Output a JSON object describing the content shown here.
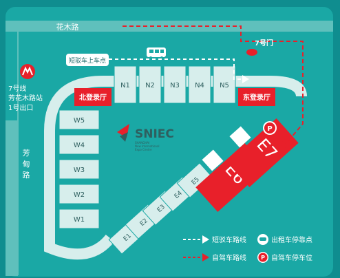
{
  "roads": {
    "top": "花木路",
    "left": [
      "芳",
      "甸",
      "路"
    ]
  },
  "metro": {
    "lines": [
      "7号线",
      "芳花木路站",
      "1号出口"
    ]
  },
  "gate": "7号门",
  "shuttle_stop": "短驳车上车点",
  "north_halls": [
    "N1",
    "N2",
    "N3",
    "N4",
    "N5"
  ],
  "west_halls": [
    "W5",
    "W4",
    "W3",
    "W2",
    "W1"
  ],
  "east_small_halls": [
    "E1",
    "E2",
    "E3",
    "E4",
    "E5"
  ],
  "east_big_halls": [
    "E6",
    "E7"
  ],
  "lobbies": {
    "north": "北登录厅",
    "east": "东登录厅"
  },
  "logo": {
    "name": "SNIEC",
    "sub": [
      "SHANGHAI",
      "New International",
      "Expo Centre"
    ]
  },
  "legend": {
    "shuttle_route": "短驳车路线",
    "taxi": "出租车停靠点",
    "car_route": "自驾车路线",
    "parking": "自驾车停车位"
  },
  "colors": {
    "background": "#0f8d8f",
    "frame": "#1aa8a5",
    "road": "#5fc0bc",
    "hall": "#d7eeec",
    "accent": "#e8202a"
  }
}
